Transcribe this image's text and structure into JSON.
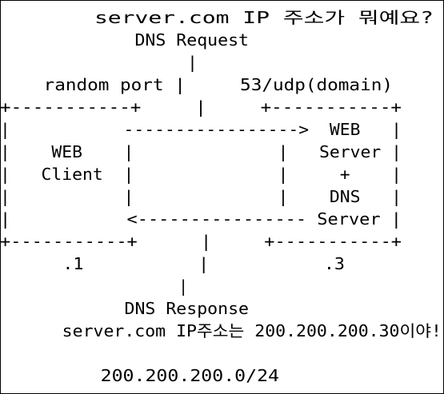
{
  "diagram": {
    "lines": [
      "       server.com IP 주소가 뭐예요?",
      "             DNS Request",
      "                  |",
      "    random port |     53/udp(domain)",
      "+-----------+     |     +-----------+",
      "|           ----------------->  WEB   |",
      "|    WEB    |              |   Server |",
      "|   Client  |              |     +    |",
      "|           |              |    DNS   |",
      "|           <---------------- Server |",
      "+-----------+      |     +-----------+",
      "      .1           |           .3",
      "                   |",
      "            DNS Response",
      "      server.com IP주소는 200.200.200.30이야!",
      "",
      "         200.200.200.0/24"
    ]
  }
}
